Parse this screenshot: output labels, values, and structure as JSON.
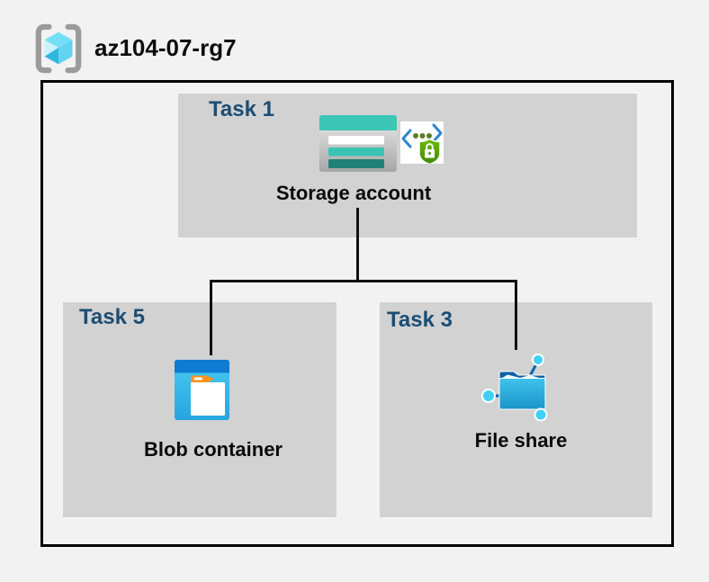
{
  "resource_group": {
    "title": "az104-07-rg7",
    "icon": "resource-group-icon"
  },
  "tasks": [
    {
      "id": "task1",
      "label": "Task 1",
      "item": "Storage account",
      "icons": [
        "storage-account-icon",
        "sas-shield-lock-icon"
      ]
    },
    {
      "id": "task5",
      "label": "Task 5",
      "item": "Blob container",
      "icons": [
        "blob-container-icon"
      ]
    },
    {
      "id": "task3",
      "label": "Task 3",
      "item": "File share",
      "icons": [
        "file-share-icon"
      ]
    }
  ],
  "connections": [
    {
      "from": "Storage account",
      "to": "Blob container"
    },
    {
      "from": "Storage account",
      "to": "File share"
    }
  ],
  "colors": {
    "background": "#f2f2f2",
    "panel_gray": "#d2d2d2",
    "task_label_blue": "#1c4d74",
    "border_black": "#000000",
    "storage_teal": "#3bc6b6",
    "storage_dark_teal": "#1f8175",
    "blob_header_blue": "#0e7ad2",
    "blob_body_cyan": "#35bfee",
    "blob_tab_orange": "#f7941e",
    "fileshare_blue": "#2bb1e2",
    "node_cyan": "#3fd0f8",
    "shield_green": "#57a300",
    "code_bracket_blue": "#2e86d1",
    "cube_cyan": "#74def7",
    "bracket_gray": "#9b9b9b"
  }
}
